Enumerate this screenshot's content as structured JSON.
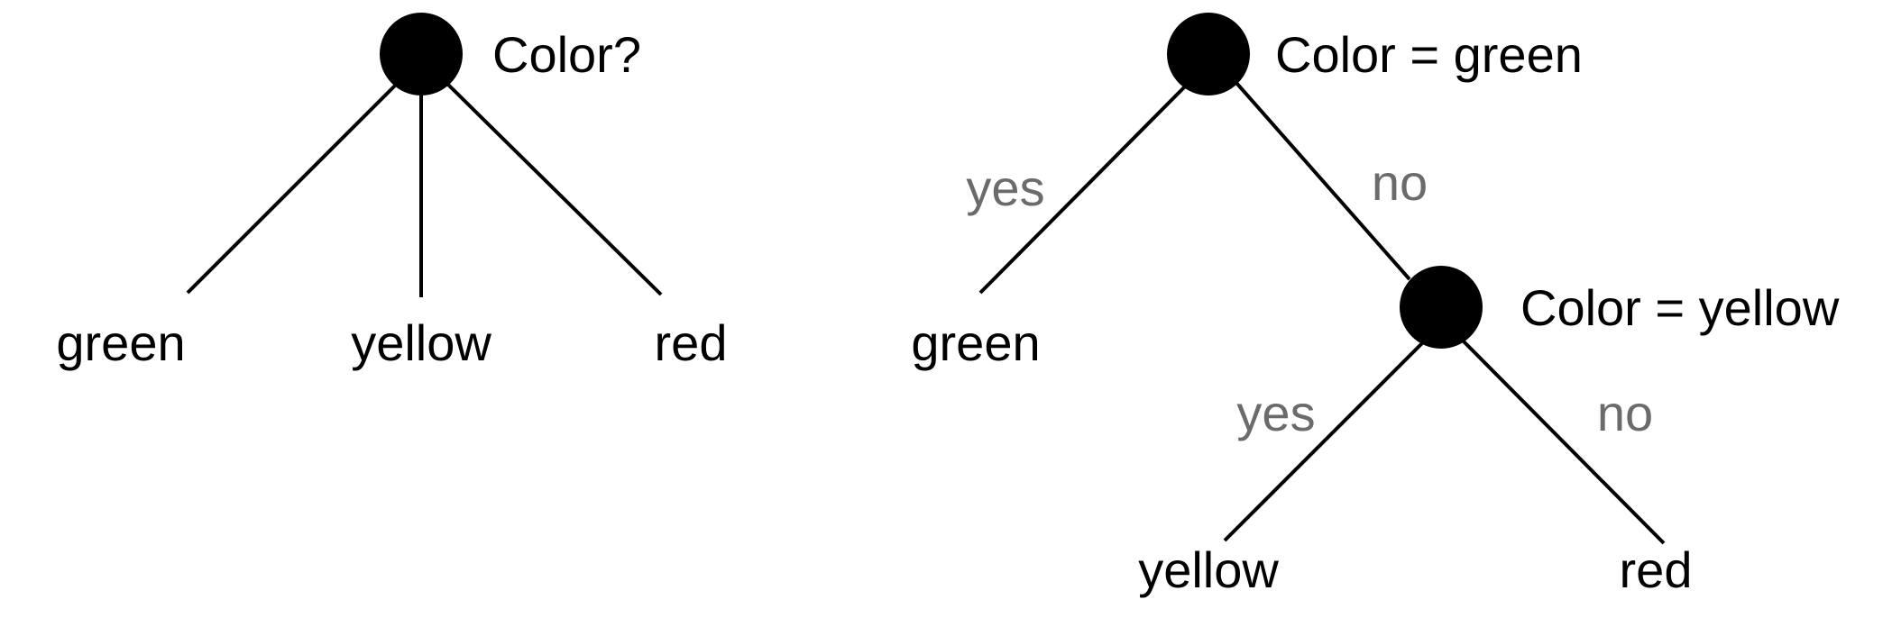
{
  "colors": {
    "edge": "#000000",
    "node": "#000000",
    "text": "#000000",
    "edge_label": "#6b6b6b",
    "background": "#ffffff"
  },
  "multiway_tree": {
    "root_label": "Color?",
    "leaves": [
      "green",
      "yellow",
      "red"
    ]
  },
  "binary_tree": {
    "root_label": "Color = green",
    "root_yes_label": "yes",
    "root_no_label": "no",
    "root_yes_leaf": "green",
    "child_label": "Color = yellow",
    "child_yes_label": "yes",
    "child_no_label": "no",
    "child_yes_leaf": "yellow",
    "child_no_leaf": "red"
  }
}
